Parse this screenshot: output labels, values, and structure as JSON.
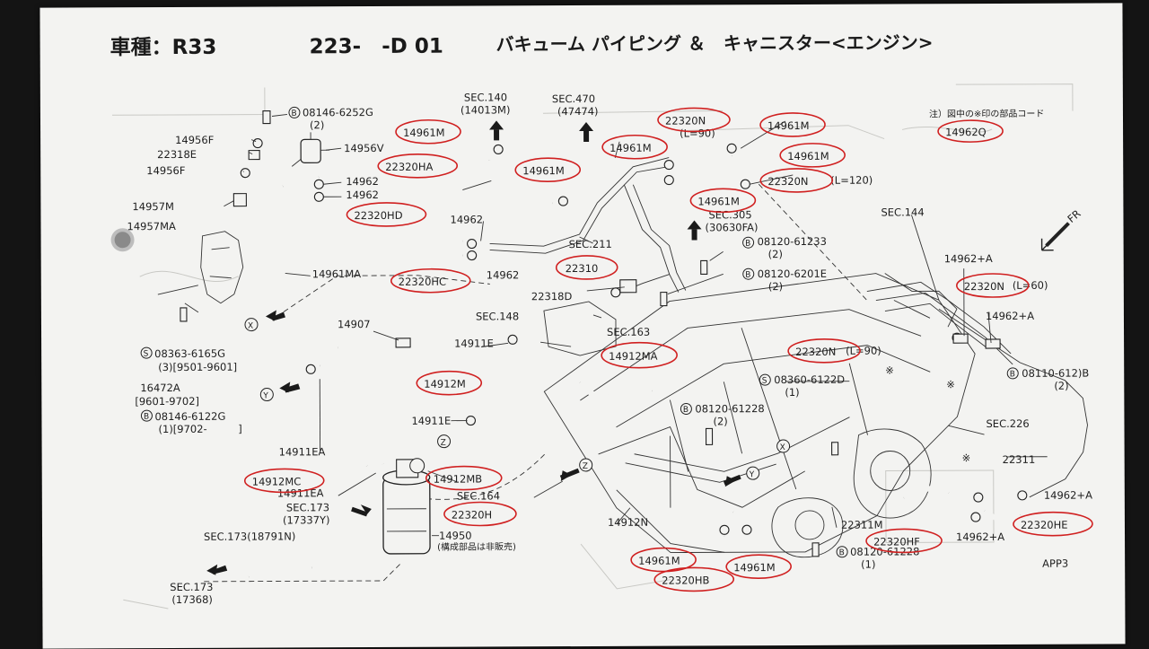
{
  "header": {
    "model": "車種：R33",
    "code": "223-　-D 01",
    "title": "バキューム パイピング ＆　キャニスター<エンジン>"
  },
  "note": {
    "text": "注）図中の※印の部品コード",
    "code": "14962Q"
  },
  "page_code": "APP3",
  "labels": [
    {
      "id": "l1",
      "text": "08146-6252G"
    },
    {
      "id": "l2",
      "text": "(2)"
    },
    {
      "id": "l3",
      "text": "14956F"
    },
    {
      "id": "l4",
      "text": "22318E"
    },
    {
      "id": "l5",
      "text": "14956F"
    },
    {
      "id": "l6",
      "text": "14956V"
    },
    {
      "id": "l7",
      "text": "14962"
    },
    {
      "id": "l8",
      "text": "14962"
    },
    {
      "id": "l9",
      "text": "14957M"
    },
    {
      "id": "l10",
      "text": "14957MA"
    },
    {
      "id": "l11",
      "text": "14961MA"
    },
    {
      "id": "l12",
      "text": "14907"
    },
    {
      "id": "l13",
      "text": "08363-6165G"
    },
    {
      "id": "l14",
      "text": "(3)[9501-9601]"
    },
    {
      "id": "l15",
      "text": "16472A"
    },
    {
      "id": "l16",
      "text": "[9601-9702]"
    },
    {
      "id": "l17",
      "text": "08146-6122G"
    },
    {
      "id": "l18",
      "text": "(1)[9702-　　　]"
    },
    {
      "id": "l19",
      "text": "14911EA"
    },
    {
      "id": "l20",
      "text": "14911EA"
    },
    {
      "id": "l21",
      "text": "SEC.173"
    },
    {
      "id": "l22",
      "text": "(17337Y)"
    },
    {
      "id": "l23",
      "text": "SEC.173(18791N)"
    },
    {
      "id": "l24",
      "text": "SEC.173"
    },
    {
      "id": "l25",
      "text": "(17368)"
    },
    {
      "id": "l26",
      "text": "14950"
    },
    {
      "id": "l27",
      "text": "(構成部品は非販売)"
    },
    {
      "id": "l28",
      "text": "SEC.164"
    },
    {
      "id": "l29",
      "text": "14911E"
    },
    {
      "id": "l30",
      "text": "14911E"
    },
    {
      "id": "l31",
      "text": "SEC.148"
    },
    {
      "id": "l32",
      "text": "22318D"
    },
    {
      "id": "l33",
      "text": "14962"
    },
    {
      "id": "l34",
      "text": "14962"
    },
    {
      "id": "l35",
      "text": "SEC.140"
    },
    {
      "id": "l36",
      "text": "(14013M)"
    },
    {
      "id": "l37",
      "text": "SEC.470"
    },
    {
      "id": "l38",
      "text": "(47474)"
    },
    {
      "id": "l39",
      "text": "SEC.211"
    },
    {
      "id": "l40",
      "text": "SEC.305"
    },
    {
      "id": "l41",
      "text": "(30630FA)"
    },
    {
      "id": "l42",
      "text": "08120-61233"
    },
    {
      "id": "l43",
      "text": "(2)"
    },
    {
      "id": "l44",
      "text": "08120-6201E"
    },
    {
      "id": "l45",
      "text": "(2)"
    },
    {
      "id": "l46",
      "text": "SEC.163"
    },
    {
      "id": "l47",
      "text": "08360-6122D"
    },
    {
      "id": "l48",
      "text": "(1)"
    },
    {
      "id": "l49",
      "text": "08120-61228"
    },
    {
      "id": "l50",
      "text": "(2)"
    },
    {
      "id": "l51",
      "text": "14912N"
    },
    {
      "id": "l52",
      "text": "22311M"
    },
    {
      "id": "l53",
      "text": "08120-61228"
    },
    {
      "id": "l54",
      "text": "(1)"
    },
    {
      "id": "l55",
      "text": "SEC.144"
    },
    {
      "id": "l56",
      "text": "14962+A"
    },
    {
      "id": "l57",
      "text": "14962+A"
    },
    {
      "id": "l58",
      "text": "08110-612)B"
    },
    {
      "id": "l59",
      "text": "(2)"
    },
    {
      "id": "l60",
      "text": "SEC.226"
    },
    {
      "id": "l61",
      "text": "22311"
    },
    {
      "id": "l62",
      "text": "14962+A"
    },
    {
      "id": "l63",
      "text": "14962+A"
    },
    {
      "id": "l64",
      "text": "FR"
    },
    {
      "id": "l65",
      "text": "(L=90)"
    },
    {
      "id": "l66",
      "text": "(L=120)"
    },
    {
      "id": "l67",
      "text": "(L=60)"
    },
    {
      "id": "l68",
      "text": "(L=90)"
    }
  ],
  "circled": [
    {
      "id": "c1",
      "text": "14961M"
    },
    {
      "id": "c2",
      "text": "22320HA"
    },
    {
      "id": "c3",
      "text": "22320HD"
    },
    {
      "id": "c4",
      "text": "22320HC"
    },
    {
      "id": "c5",
      "text": "14961M"
    },
    {
      "id": "c6",
      "text": "22320N"
    },
    {
      "id": "c7",
      "text": "14961M"
    },
    {
      "id": "c8",
      "text": "14961M"
    },
    {
      "id": "c9",
      "text": "14961M"
    },
    {
      "id": "c10",
      "text": "22320N"
    },
    {
      "id": "c11",
      "text": "14961M"
    },
    {
      "id": "c12",
      "text": "22310"
    },
    {
      "id": "c13",
      "text": "14912M"
    },
    {
      "id": "c14",
      "text": "14912MA"
    },
    {
      "id": "c15",
      "text": "14912MC"
    },
    {
      "id": "c16",
      "text": "14912MB"
    },
    {
      "id": "c17",
      "text": "22320H"
    },
    {
      "id": "c18",
      "text": "22320N"
    },
    {
      "id": "c19",
      "text": "22320N"
    },
    {
      "id": "c20",
      "text": "22320HF"
    },
    {
      "id": "c21",
      "text": "14961M"
    },
    {
      "id": "c22",
      "text": "22320HB"
    },
    {
      "id": "c23",
      "text": "14961M"
    },
    {
      "id": "c24",
      "text": "22320HE"
    }
  ],
  "markers": {
    "x": "X",
    "y": "Y",
    "z": "Z",
    "b": "B",
    "s": "S",
    "star": "※"
  }
}
